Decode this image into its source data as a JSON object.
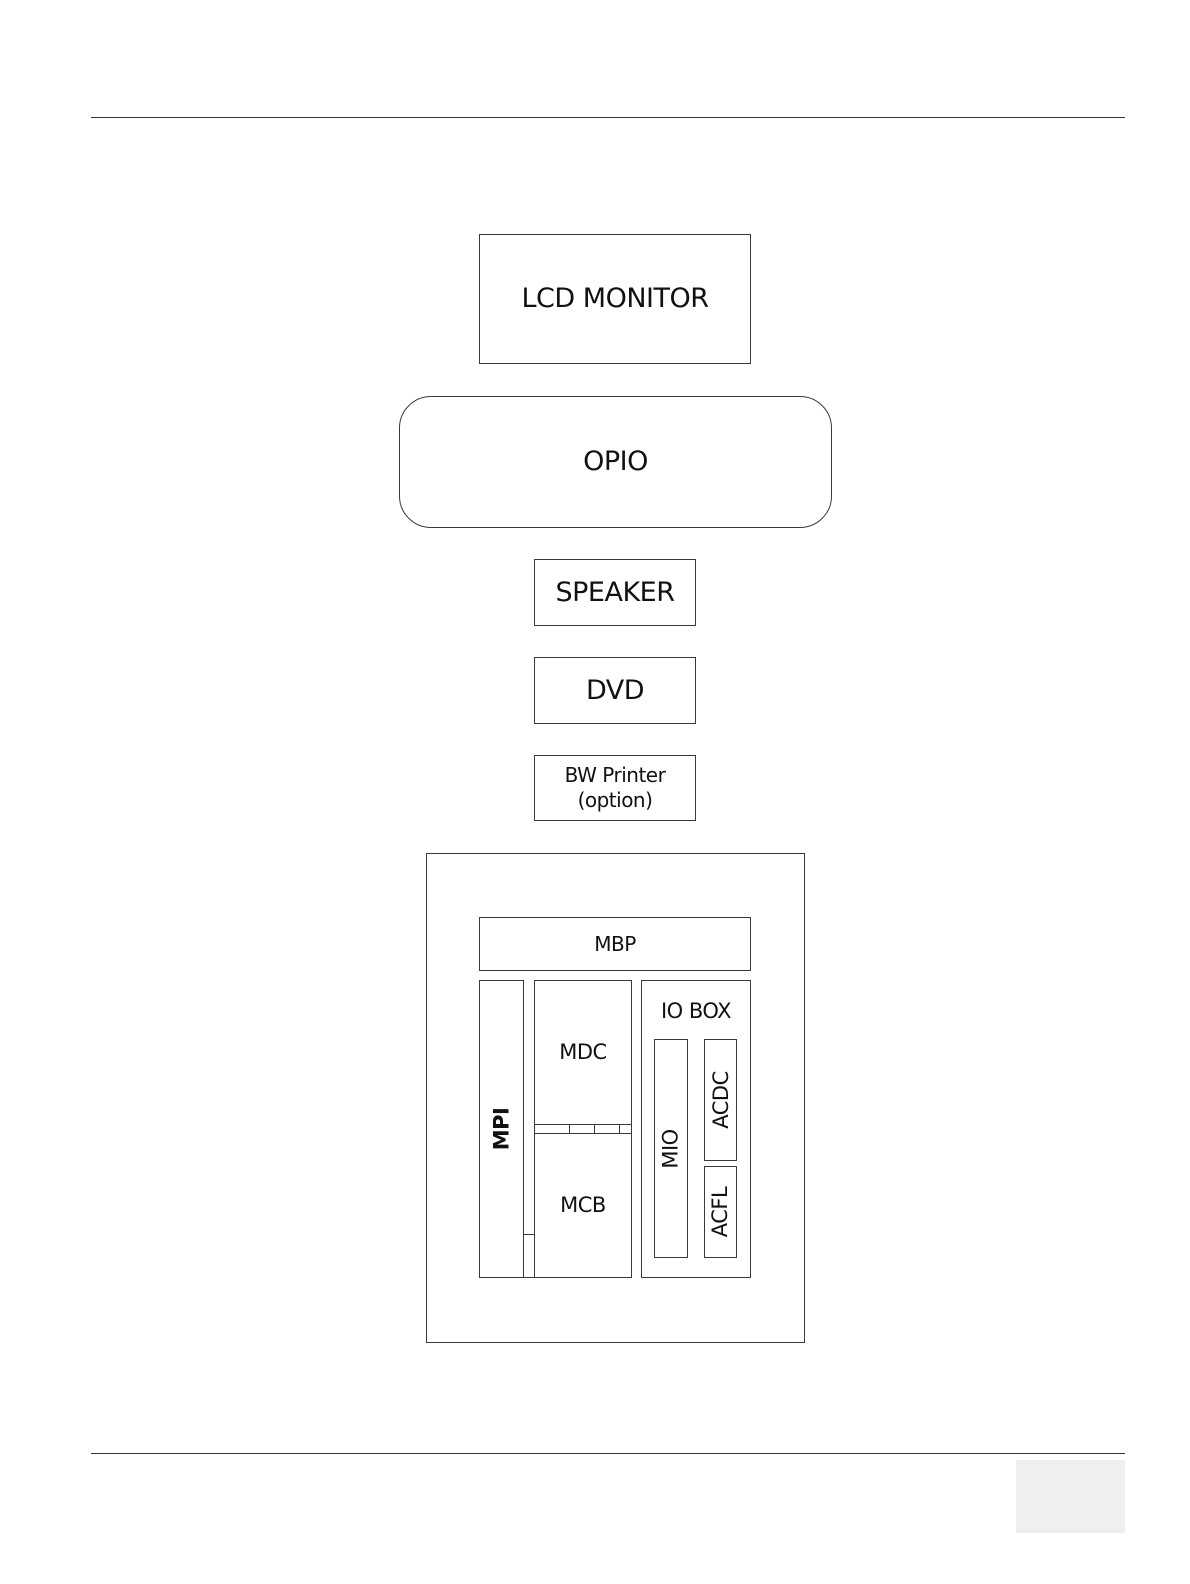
{
  "diagram": {
    "lcd_monitor": "LCD MONITOR",
    "opio": "OPIO",
    "speaker": "SPEAKER",
    "dvd": "DVD",
    "bw_printer": {
      "line1": "BW Printer",
      "line2": "(option)"
    },
    "console": {
      "mbp": "MBP",
      "mpi": "MPI",
      "mdc": "MDC",
      "mcb": "MCB",
      "io_box": {
        "label": "IO BOX",
        "mio": "MIO",
        "acdc": "ACDC",
        "acfl": "ACFL"
      }
    }
  }
}
